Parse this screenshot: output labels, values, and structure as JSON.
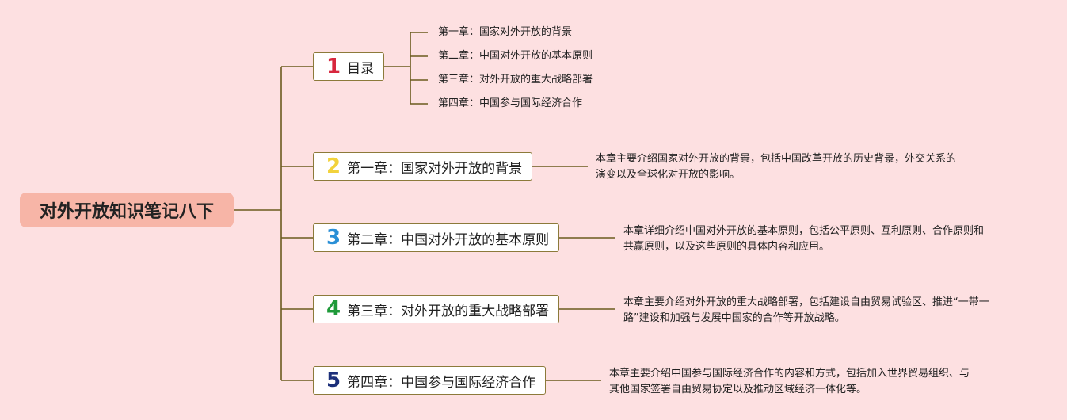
{
  "root": {
    "label": "对外开放知识笔记八下"
  },
  "branches": [
    {
      "num": "1",
      "num_color": "#d7263d",
      "label": "目录",
      "children": [
        "第一章：国家对外开放的背景",
        "第二章：中国对外开放的基本原则",
        "第三章：对外开放的重大战略部署",
        "第四章：中国参与国际经济合作"
      ]
    },
    {
      "num": "2",
      "num_color": "#f2d23c",
      "label": "第一章：国家对外开放的背景",
      "desc": [
        "本章主要介绍国家对外开放的背景，包括中国改革开放的历史背景，外交关系的",
        "演变以及全球化对开放的影响。"
      ]
    },
    {
      "num": "3",
      "num_color": "#2a8fd6",
      "label": "第二章：中国对外开放的基本原则",
      "desc": [
        "本章详细介绍中国对外开放的基本原则，包括公平原则、互利原则、合作原则和",
        "共赢原则，以及这些原则的具体内容和应用。"
      ]
    },
    {
      "num": "4",
      "num_color": "#1f9a3a",
      "label": "第三章：对外开放的重大战略部署",
      "desc": [
        "本章主要介绍对外开放的重大战略部署，包括建设自由贸易试验区、推进“一带一",
        "路”建设和加强与发展中国家的合作等开放战略。"
      ]
    },
    {
      "num": "5",
      "num_color": "#1c2f7a",
      "label": "第四章：中国参与国际经济合作",
      "desc": [
        "本章主要介绍中国参与国际经济合作的内容和方式，包括加入世界贸易组织、与",
        "其他国家签署自由贸易协定以及推动区域经济一体化等。"
      ]
    }
  ],
  "line_color": "#6b5a1e"
}
